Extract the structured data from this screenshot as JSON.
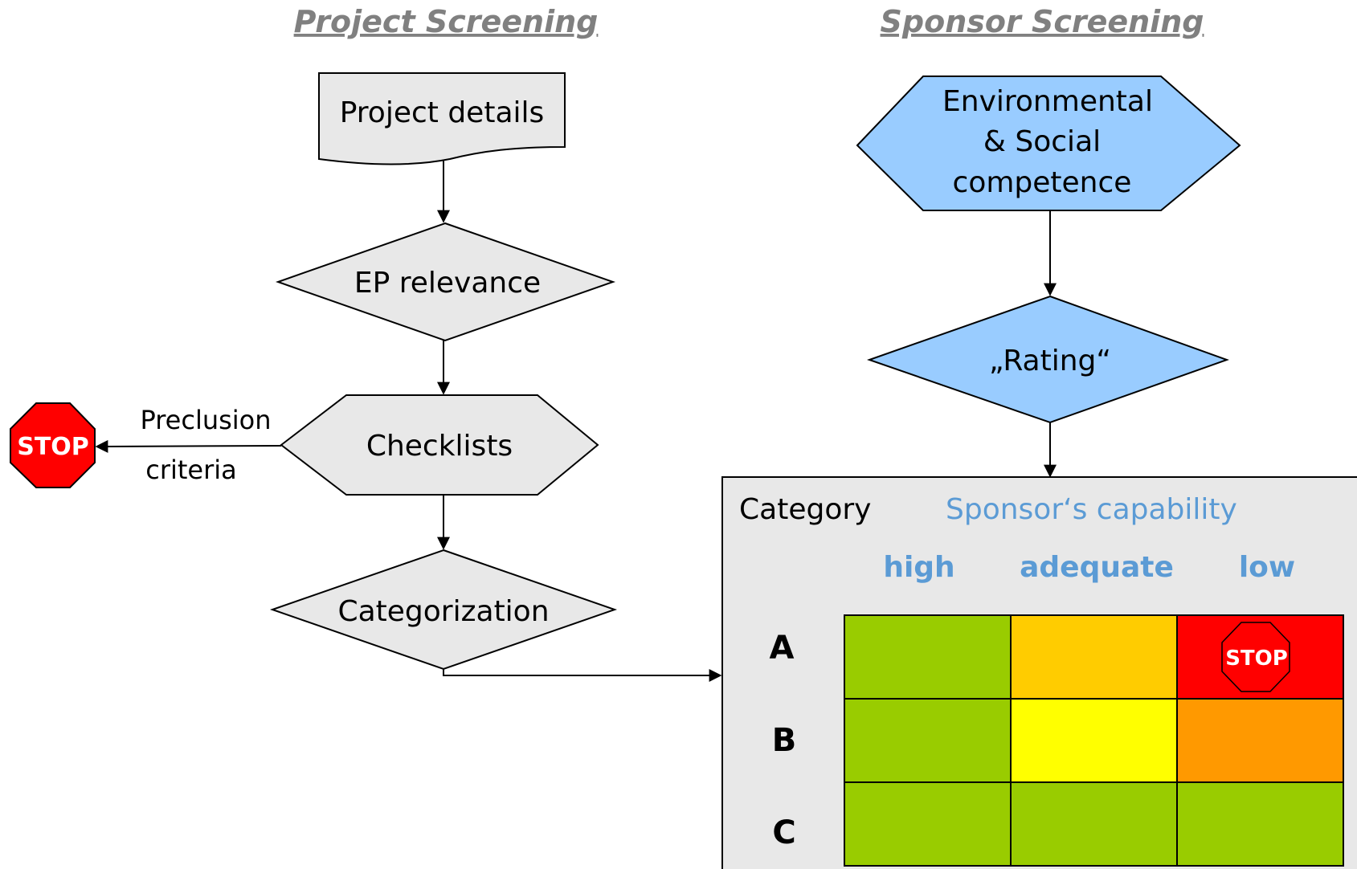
{
  "headings": {
    "project": "Project Screening",
    "sponsor": "Sponsor Screening"
  },
  "project_flow": {
    "details": "Project details",
    "ep_relevance": "EP relevance",
    "checklists": "Checklists",
    "categorization": "Categorization",
    "preclusion_line1": "Preclusion",
    "preclusion_line2": "criteria",
    "stop": "STOP"
  },
  "sponsor_flow": {
    "competence_line1": "Environmental",
    "competence_line2": "& Social",
    "competence_line3": "competence",
    "rating": "„Rating“"
  },
  "matrix": {
    "category_label": "Category",
    "capability_title": "Sponsor‘s capability",
    "columns": [
      "high",
      "adequate",
      "low"
    ],
    "rows": [
      "A",
      "B",
      "C"
    ],
    "stop": "STOP",
    "cell_colors": [
      [
        "#99cc00",
        "#ffcc00",
        "#ff0000"
      ],
      [
        "#99cc00",
        "#ffff00",
        "#ff9900"
      ],
      [
        "#99cc00",
        "#99cc00",
        "#99cc00"
      ]
    ]
  },
  "colors": {
    "gray_fill": "#e8e8e8",
    "blue_fill": "#99ccff",
    "capability_blue": "#5b9bd5",
    "stop_red": "#ff0000",
    "heading_gray": "#808080"
  }
}
